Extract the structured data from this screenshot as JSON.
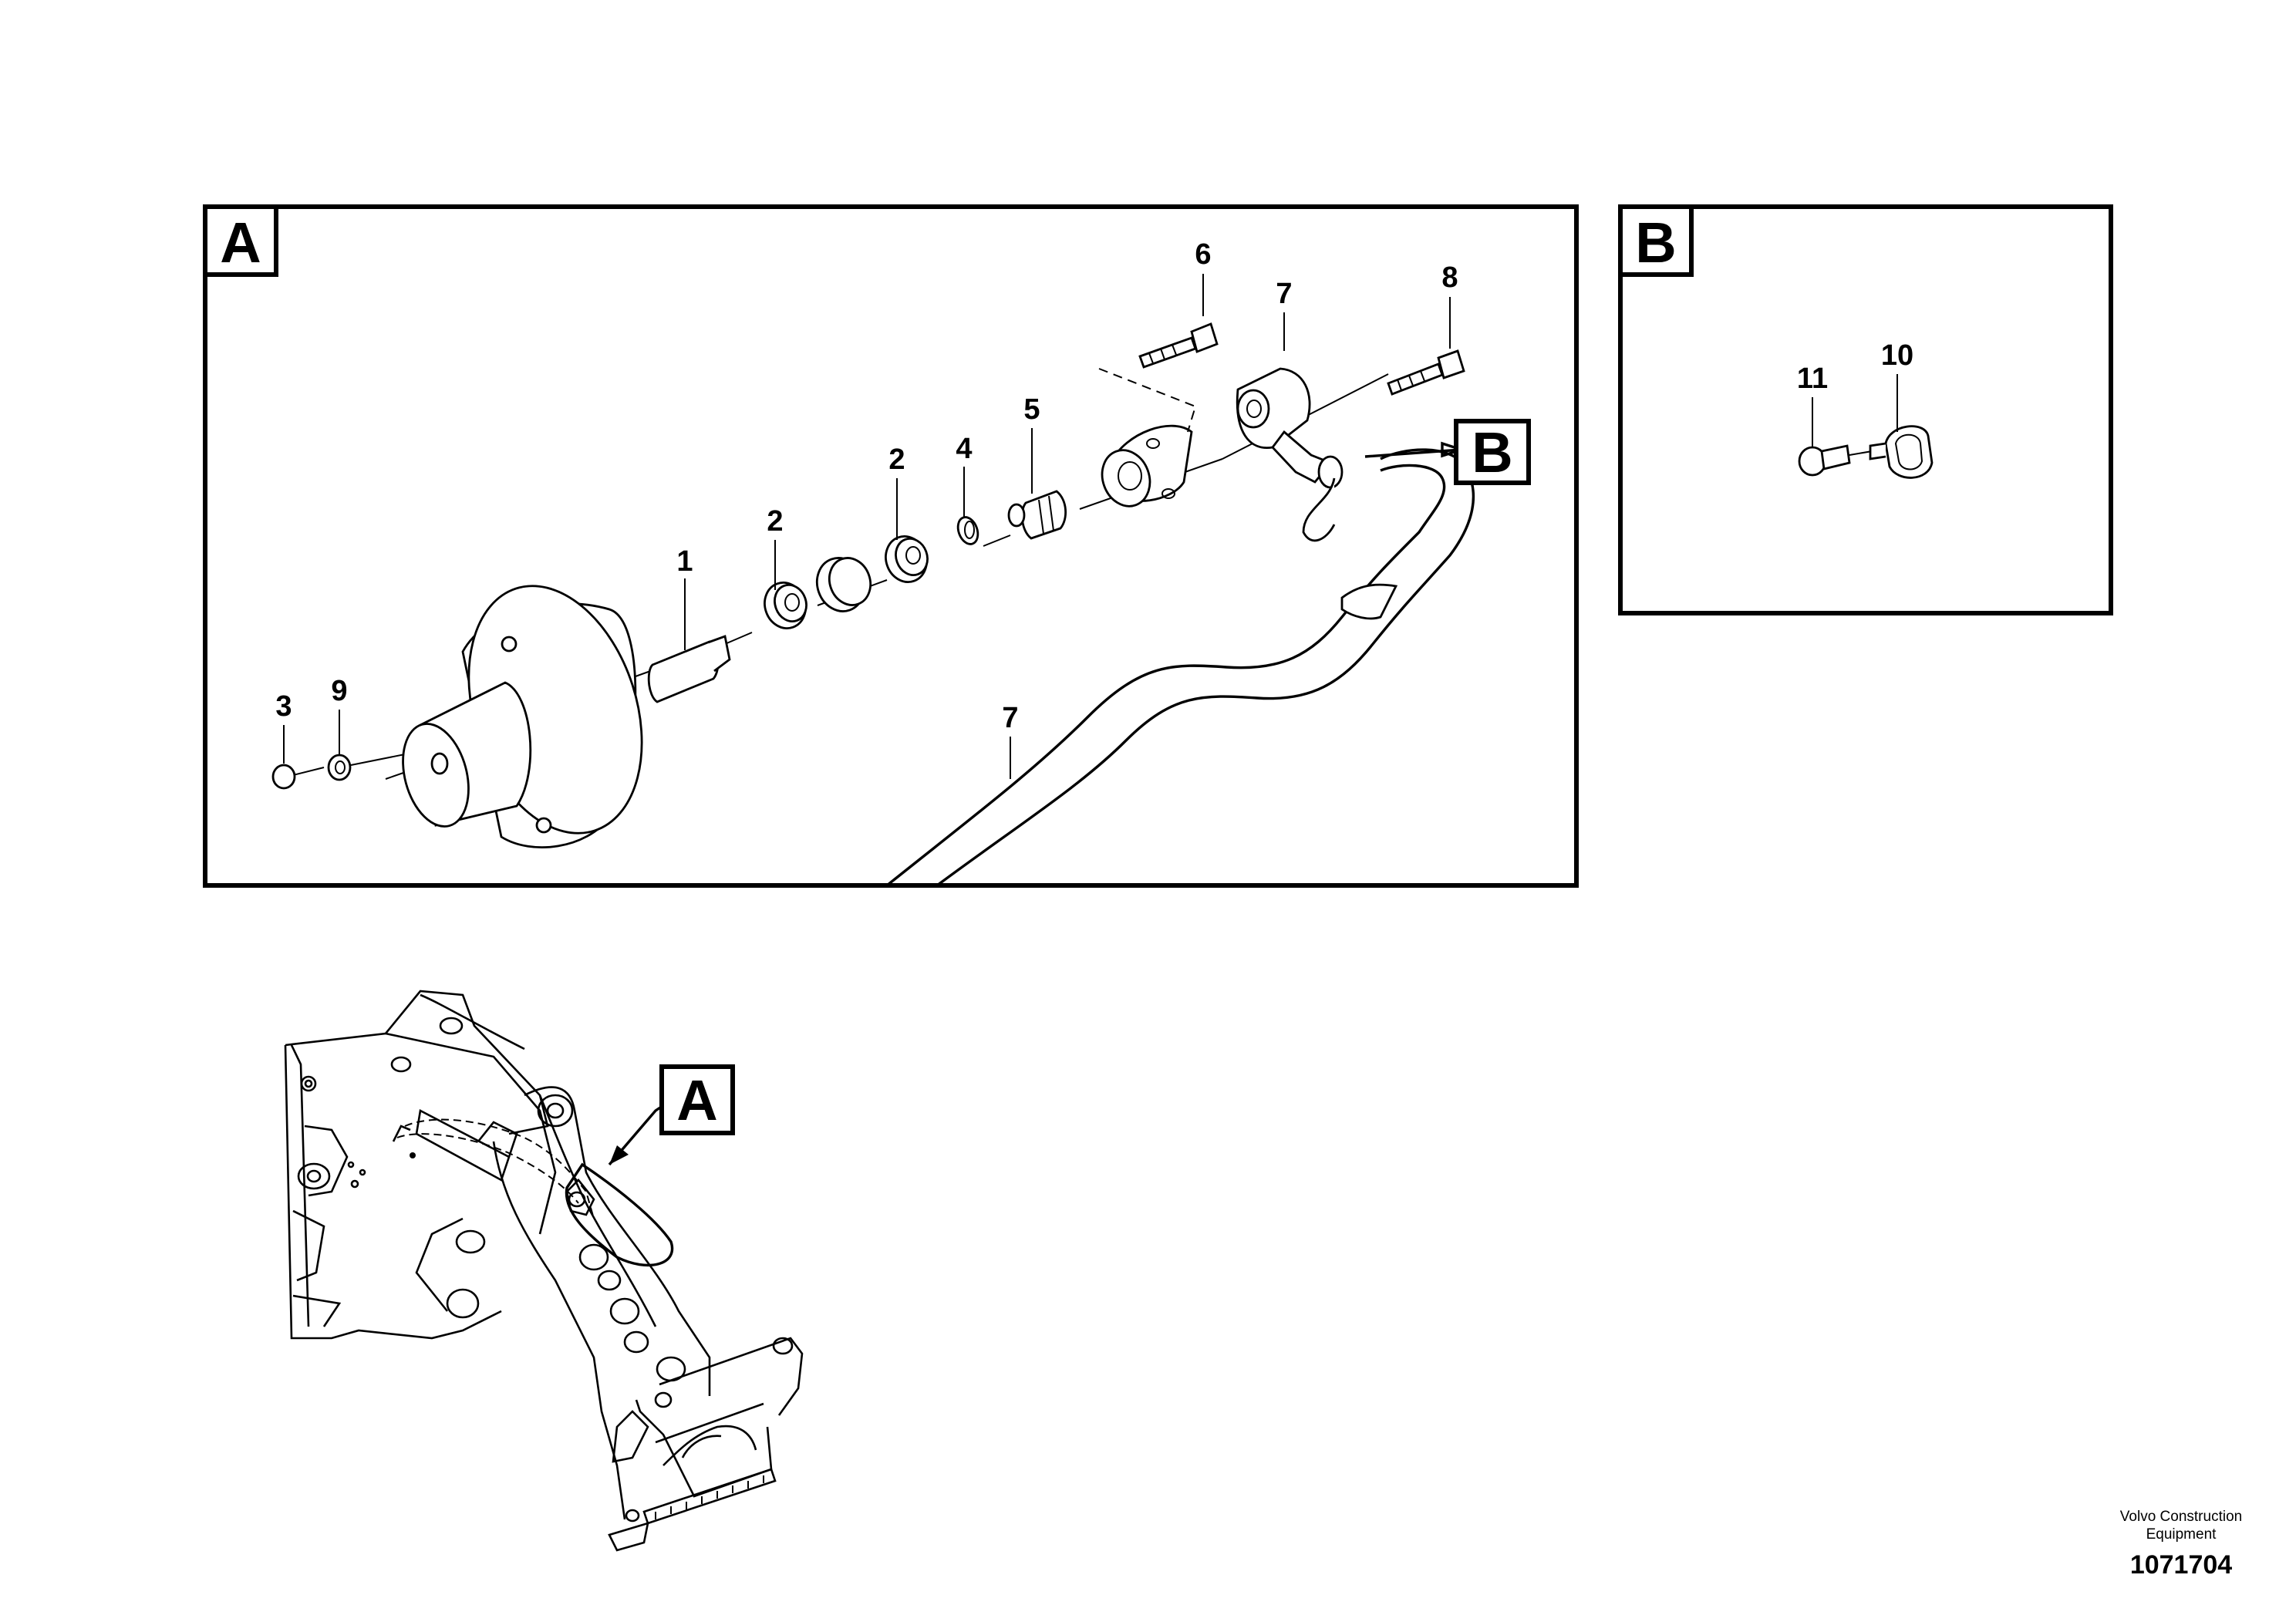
{
  "views": {
    "a": {
      "label": "A"
    },
    "b": {
      "label": "B"
    }
  },
  "callouts": {
    "b_ref": "B",
    "a_ref": "A"
  },
  "parts": [
    {
      "id": "p1",
      "label": "1"
    },
    {
      "id": "p2a",
      "label": "2"
    },
    {
      "id": "p2b",
      "label": "2"
    },
    {
      "id": "p3",
      "label": "3"
    },
    {
      "id": "p4",
      "label": "4"
    },
    {
      "id": "p5",
      "label": "5"
    },
    {
      "id": "p6",
      "label": "6"
    },
    {
      "id": "p7a",
      "label": "7"
    },
    {
      "id": "p7b",
      "label": "7"
    },
    {
      "id": "p8",
      "label": "8"
    },
    {
      "id": "p9",
      "label": "9"
    },
    {
      "id": "p10",
      "label": "10"
    },
    {
      "id": "p11",
      "label": "11"
    }
  ],
  "footer": {
    "maker_line1": "Volvo Construction",
    "maker_line2": "Equipment",
    "doc_number": "1071704"
  }
}
